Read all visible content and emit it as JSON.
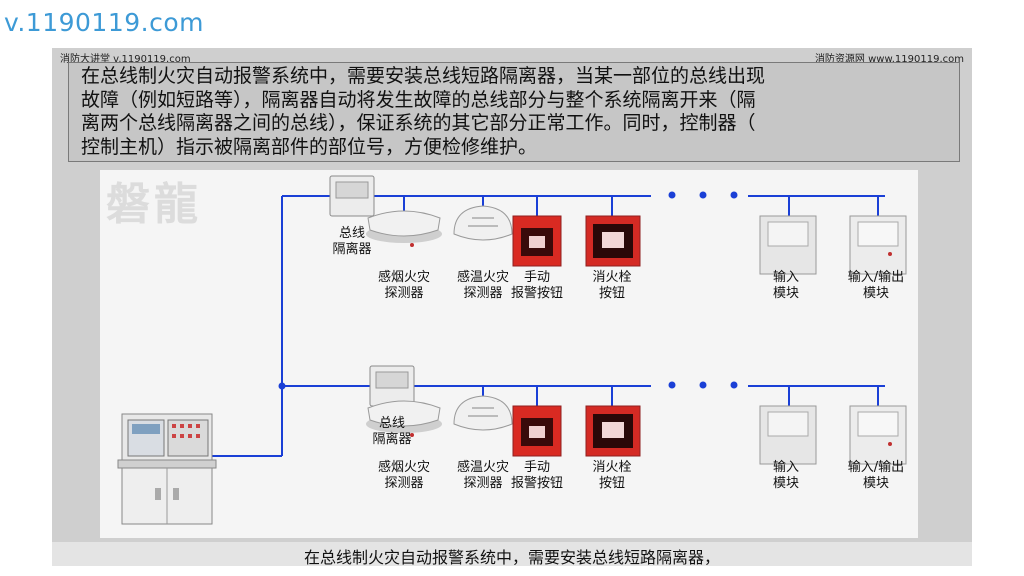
{
  "site_logo": "v.1190119.com",
  "slide": {
    "header_left": "消防大讲堂 v.1190119.com",
    "header_right": "消防资源网 www.1190119.com",
    "intro_lines": [
      "在总线制火灾自动报警系统中，需要安装总线短路隔离器，当某一部位的总线出现",
      "故障（例如短路等），隔离器自动将发生故障的总线部分与整个系统隔离开来（隔",
      "离两个总线隔离器之间的总线），保证系统的其它部分正常工作。同时，控制器（",
      "控制主机）指示被隔离部件的部位号，方便检修维护。"
    ],
    "watermark": "磐龍",
    "subtitle": "在总线制火灾自动报警系统中，需要安装总线短路隔离器，"
  },
  "diagram": {
    "bus_line_color": "#1a3fd6",
    "rows": [
      {
        "isolator_label": [
          "总线",
          "隔离器"
        ],
        "devices": [
          {
            "name": "smoke-detector",
            "label": [
              "感烟火灾",
              "探测器"
            ]
          },
          {
            "name": "heat-detector",
            "label": [
              "感温火灾",
              "探测器"
            ]
          },
          {
            "name": "manual-alarm-button",
            "label": [
              "手动",
              "报警按钮"
            ]
          },
          {
            "name": "hydrant-button",
            "label": [
              "消火栓",
              "按钮"
            ]
          },
          {
            "name": "input-module",
            "label": [
              "输入",
              "模块"
            ]
          },
          {
            "name": "io-module",
            "label": [
              "输入/输出",
              "模块"
            ]
          }
        ]
      },
      {
        "isolator_label": [
          "总线",
          "隔离器"
        ],
        "devices": [
          {
            "name": "smoke-detector",
            "label": [
              "感烟火灾",
              "探测器"
            ]
          },
          {
            "name": "heat-detector",
            "label": [
              "感温火灾",
              "探测器"
            ]
          },
          {
            "name": "manual-alarm-button",
            "label": [
              "手动",
              "报警按钮"
            ]
          },
          {
            "name": "hydrant-button",
            "label": [
              "消火栓",
              "按钮"
            ]
          },
          {
            "name": "input-module",
            "label": [
              "输入",
              "模块"
            ]
          },
          {
            "name": "io-module",
            "label": [
              "输入/输出",
              "模块"
            ]
          }
        ]
      }
    ]
  }
}
